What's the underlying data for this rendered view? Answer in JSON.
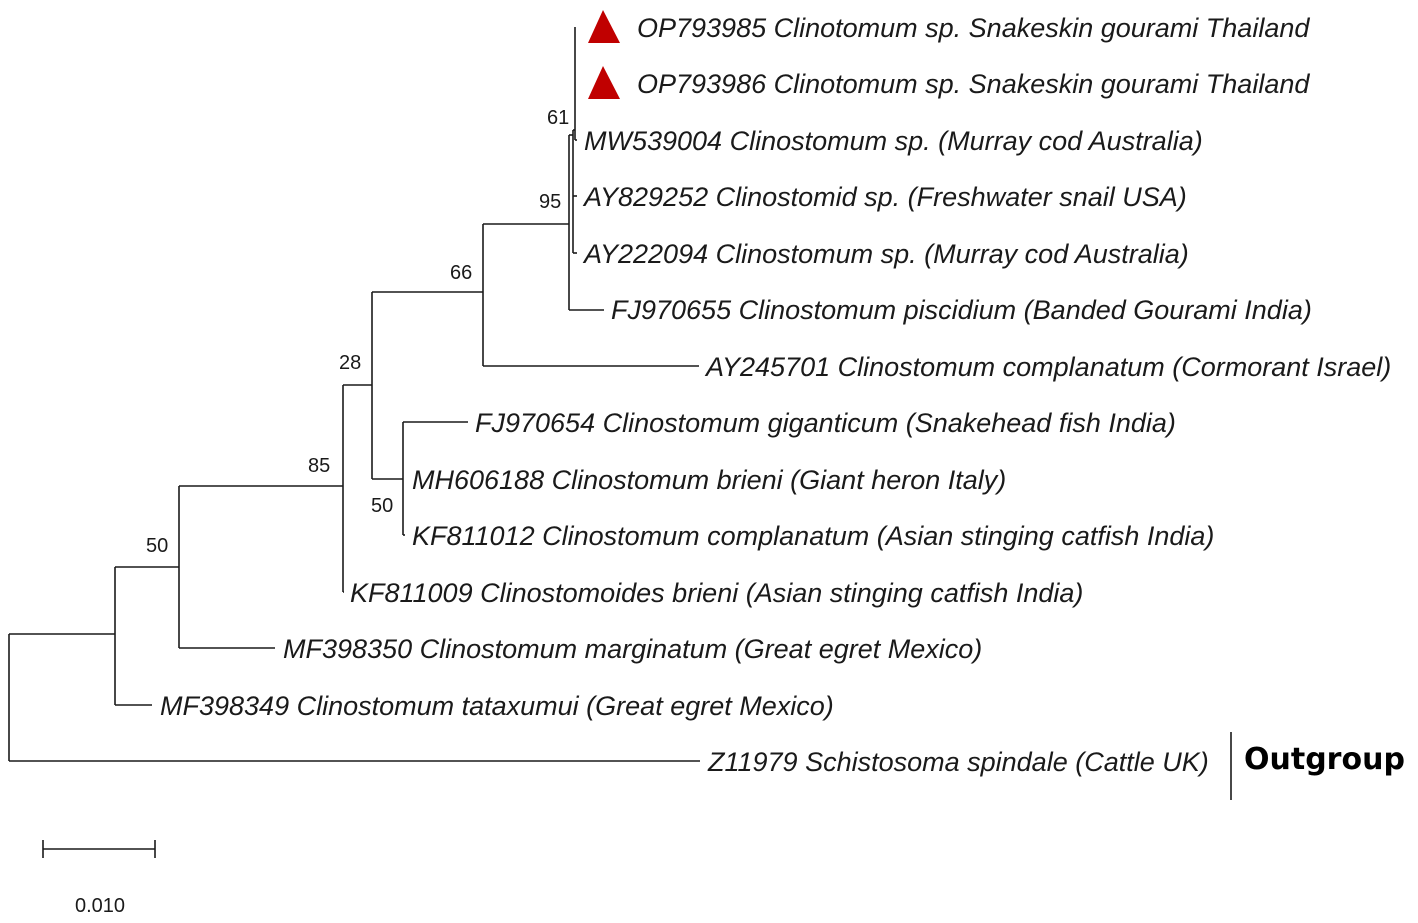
{
  "colors": {
    "branch": "#1a1a1a",
    "marker": "#c00000",
    "text": "#1a1a1a"
  },
  "taxa": [
    {
      "label": "OP793985 Clinotomum sp. Snakeskin gourami Thailand",
      "marker": "red-triangle"
    },
    {
      "label": "OP793986 Clinotomum sp. Snakeskin gourami Thailand",
      "marker": "red-triangle"
    },
    {
      "label": "MW539004 Clinostomum sp. (Murray cod Australia)"
    },
    {
      "label": "AY829252 Clinostomid sp. (Freshwater snail USA)"
    },
    {
      "label": "AY222094 Clinostomum sp. (Murray cod Australia)"
    },
    {
      "label": "FJ970655 Clinostomum piscidium (Banded Gourami India)"
    },
    {
      "label": "AY245701 Clinostomum complanatum (Cormorant Israel)"
    },
    {
      "label": "FJ970654 Clinostomum giganticum (Snakehead fish India)"
    },
    {
      "label": "MH606188 Clinostomum brieni (Giant heron Italy)"
    },
    {
      "label": "KF811012 Clinostomum complanatum (Asian stinging catfish India)"
    },
    {
      "label": "KF811009 Clinostomoides brieni (Asian stinging catfish India)"
    },
    {
      "label": "MF398350 Clinostomum marginatum (Great egret Mexico)"
    },
    {
      "label": "MF398349 Clinostomum tataxumui (Great egret Mexico)"
    },
    {
      "label": "Z11979 Schistosoma spindale (Cattle UK)"
    }
  ],
  "bootstrap": [
    "61",
    "95",
    "66",
    "28",
    "50",
    "85",
    "50"
  ],
  "outgroup_label": "Outgroup",
  "scale_bar": {
    "label": "0.010",
    "value": 0.01
  }
}
